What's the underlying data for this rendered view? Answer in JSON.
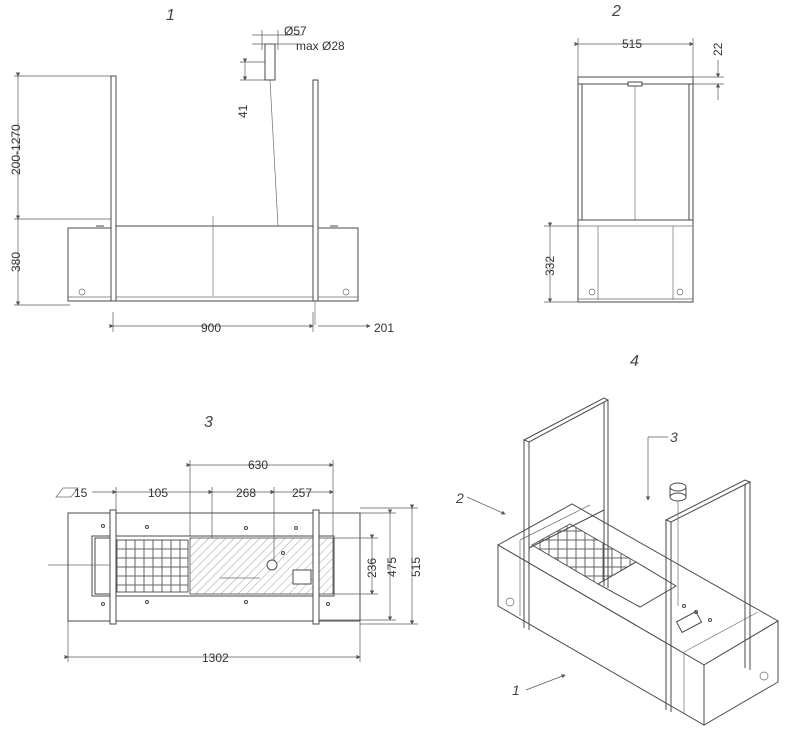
{
  "views": [
    "1",
    "2",
    "3",
    "4"
  ],
  "dimensions": {
    "view1": {
      "height_range": "200-1270",
      "body_height": "380",
      "mount_height": "41",
      "diameter": "Ø57",
      "max_diameter": "max Ø28",
      "length": "900",
      "overhang": "201"
    },
    "view2": {
      "width": "515",
      "rail": "22",
      "body_height": "332"
    },
    "view3": {
      "angle": "15",
      "d630": "630",
      "d105": "105",
      "d268": "268",
      "d257": "257",
      "d236": "236",
      "d475": "475",
      "d515": "515",
      "d1302": "1302"
    }
  },
  "callouts": [
    "1",
    "2",
    "3"
  ]
}
